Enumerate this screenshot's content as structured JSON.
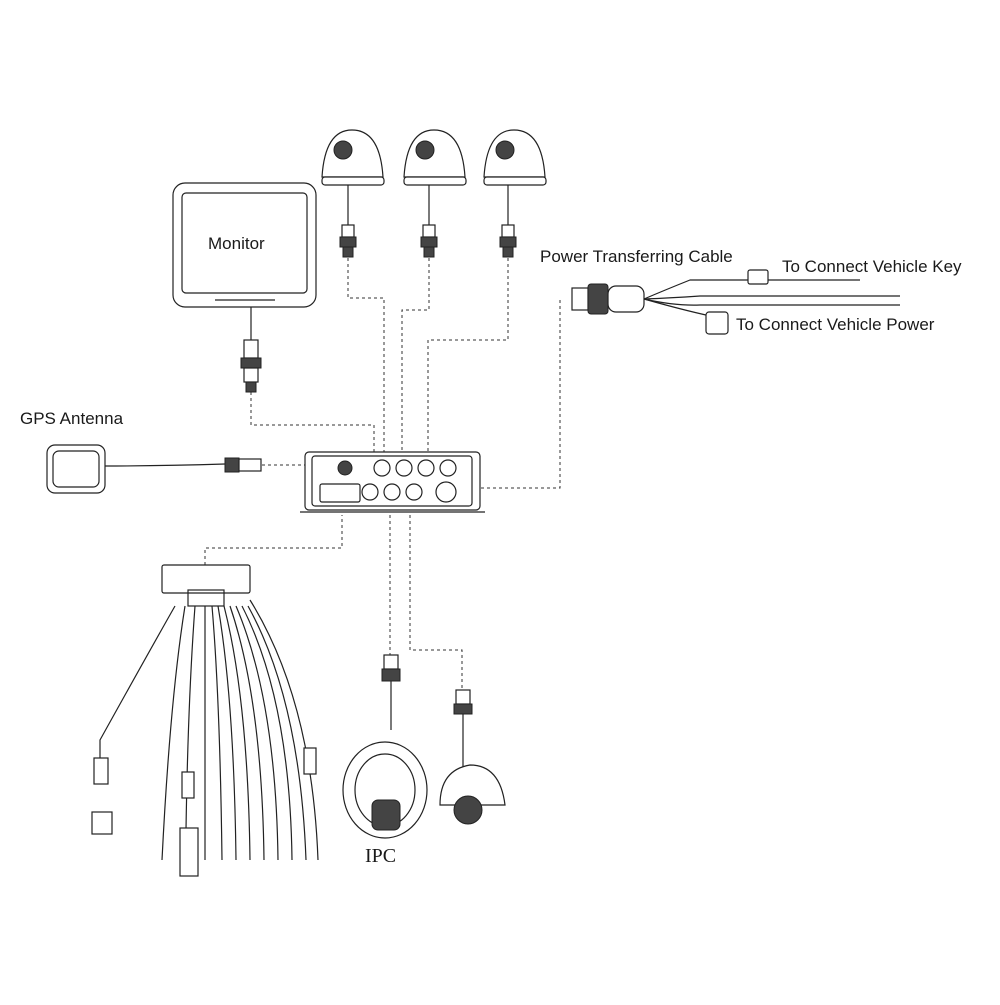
{
  "labels": {
    "monitor": "Monitor",
    "gps_antenna": "GPS Antenna",
    "power_cable": "Power Transferring Cable",
    "vehicle_key": "To Connect Vehicle Key",
    "vehicle_power": "To Connect Vehicle Power",
    "ipc": "IPC"
  },
  "colors": {
    "line": "#222222",
    "background": "#ffffff"
  }
}
